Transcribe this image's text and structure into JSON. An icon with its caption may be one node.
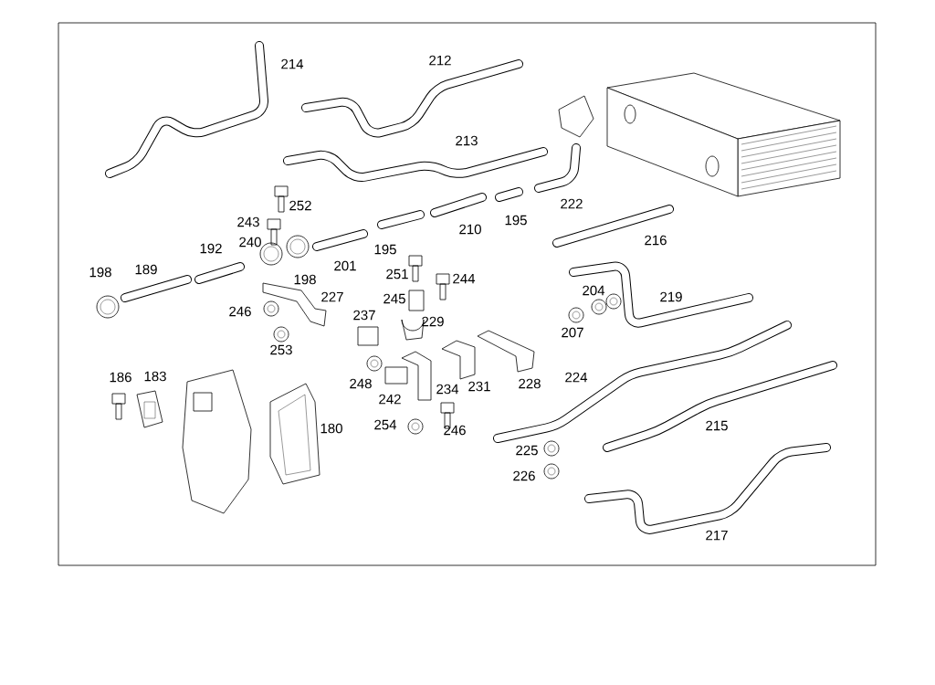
{
  "diagram": {
    "labels": [
      "214",
      "212",
      "213",
      "252",
      "222",
      "243",
      "210",
      "195",
      "192",
      "240",
      "195",
      "216",
      "198",
      "189",
      "198",
      "201",
      "251",
      "244",
      "227",
      "245",
      "204",
      "219",
      "246",
      "237",
      "229",
      "207",
      "253",
      "186",
      "183",
      "248",
      "234",
      "231",
      "228",
      "224",
      "242",
      "180",
      "254",
      "246",
      "215",
      "225",
      "226",
      "217"
    ]
  }
}
